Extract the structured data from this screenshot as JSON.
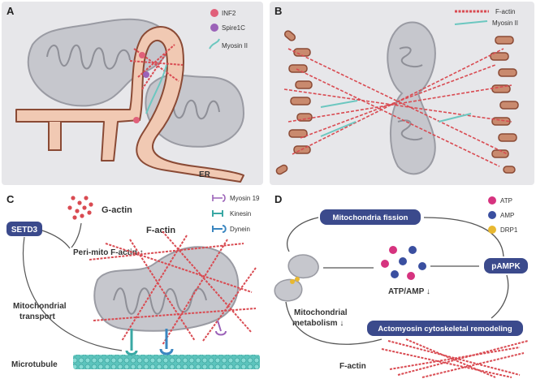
{
  "panels": {
    "a": {
      "label": "A",
      "legend": [
        {
          "label": "INF2",
          "color": "#e0607a"
        },
        {
          "label": "Spire1C",
          "color": "#9b62b8"
        },
        {
          "label": "Myosin II",
          "color": "#6cc7c0"
        }
      ],
      "er_label": "ER"
    },
    "b": {
      "label": "B",
      "legend": [
        {
          "label": "F-actin",
          "color": "#d94b52"
        },
        {
          "label": "Myosin II",
          "color": "#6cc7c0"
        }
      ]
    },
    "c": {
      "label": "C",
      "legend": [
        {
          "label": "Myosin 19",
          "color": "#9b62b8"
        },
        {
          "label": "Kinesin",
          "color": "#3aa8a4"
        },
        {
          "label": "Dynein",
          "color": "#3a86c0"
        }
      ],
      "g_actin": "G-actin",
      "f_actin": "F-actin",
      "setd3": "SETD3",
      "peri_mito": "Peri-mito F-actin ↑",
      "transport_line1": "Mitochondrial",
      "transport_line2": "transport",
      "microtubule": "Microtubule"
    },
    "d": {
      "label": "D",
      "legend": [
        {
          "label": "ATP",
          "color": "#d6337f"
        },
        {
          "label": "AMP",
          "color": "#3a4fa0"
        },
        {
          "label": "DRP1",
          "color": "#e8b830"
        }
      ],
      "fission": "Mitochondria fission",
      "pampk": "pAMPK",
      "ratio": "ATP/AMP ↓",
      "metab_line1": "Mitochondrial",
      "metab_line2": "metabolism ↓",
      "remodel": "Actomyosin cytoskeletal remodeling",
      "f_actin": "F-actin"
    }
  }
}
